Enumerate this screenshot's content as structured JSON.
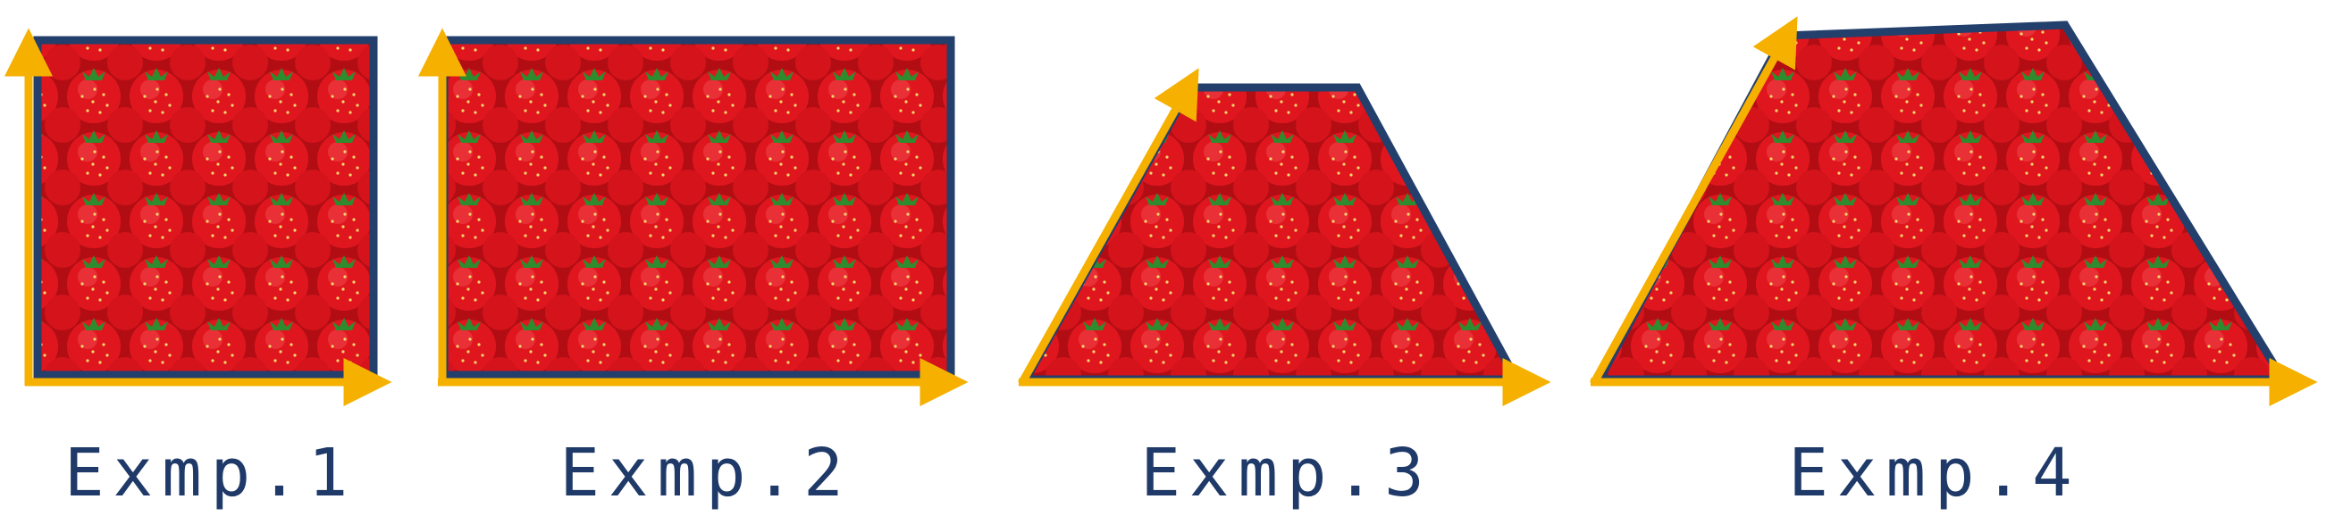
{
  "examples": [
    {
      "caption": "Exmp.1"
    },
    {
      "caption": "Exmp.2"
    },
    {
      "caption": "Exmp.3"
    },
    {
      "caption": "Exmp.4"
    }
  ],
  "colors": {
    "frame_navy": "#233f6b",
    "arrow_orange": "#f5b000",
    "fill_red": "#d8141c",
    "seed_yellow": "#f3d66a",
    "leaf_green": "#2e8b2e",
    "caption_navy": "#1f3a68"
  },
  "icons": {
    "fill": "strawberry-pattern",
    "axes": "axis-arrow-icon"
  }
}
